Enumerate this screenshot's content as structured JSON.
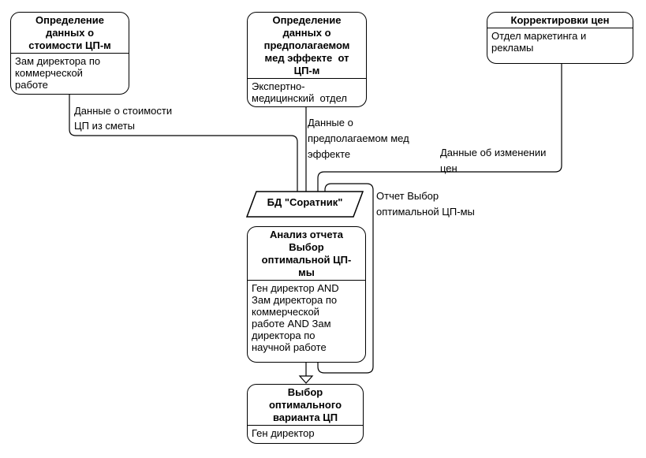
{
  "diagram": {
    "colors": {
      "background": "#ffffff",
      "line": "#000000",
      "shape_fill": "#ffffff"
    },
    "boxes": [
      {
        "name": "define-cost-data",
        "title": "Определение\nданных о\nстоимости ЦП-м",
        "body": "Зам директора по\nкоммерческой\nработе"
      },
      {
        "name": "define-med-effect-data",
        "title": "Определение\nданных о\nпредполагаемом\nмед эффекте  от\nЦП-м",
        "body": "Экспертно-\nмедицинский  отдел"
      },
      {
        "name": "price-adjustments",
        "title": "Корректировки цен",
        "body": "Отдел маркетинга и\nрекламы"
      },
      {
        "name": "report-analysis",
        "title": "Анализ отчета\nВыбор\nоптимальной ЦП-\nмы",
        "body": "Ген директор AND\nЗам директора по\nкоммерческой\nработе AND Зам\nдиректора по\nнаучной работе"
      },
      {
        "name": "optimal-choice",
        "title": "Выбор\nоптимального\nварианта ЦП",
        "body": "Ген директор"
      }
    ],
    "datastore": {
      "label": "БД \"Соратник\""
    },
    "edge_labels": [
      {
        "name": "cost-data",
        "text": "Данные о стоимости\nЦП из сметы"
      },
      {
        "name": "med-effect-data",
        "text": "Данные о\nпредполагаемом мед\nэффекте"
      },
      {
        "name": "price-change-data",
        "text": "Данные об изменении\nцен"
      },
      {
        "name": "report",
        "text": "Отчет Выбор\nоптимальной ЦП-мы"
      }
    ]
  }
}
